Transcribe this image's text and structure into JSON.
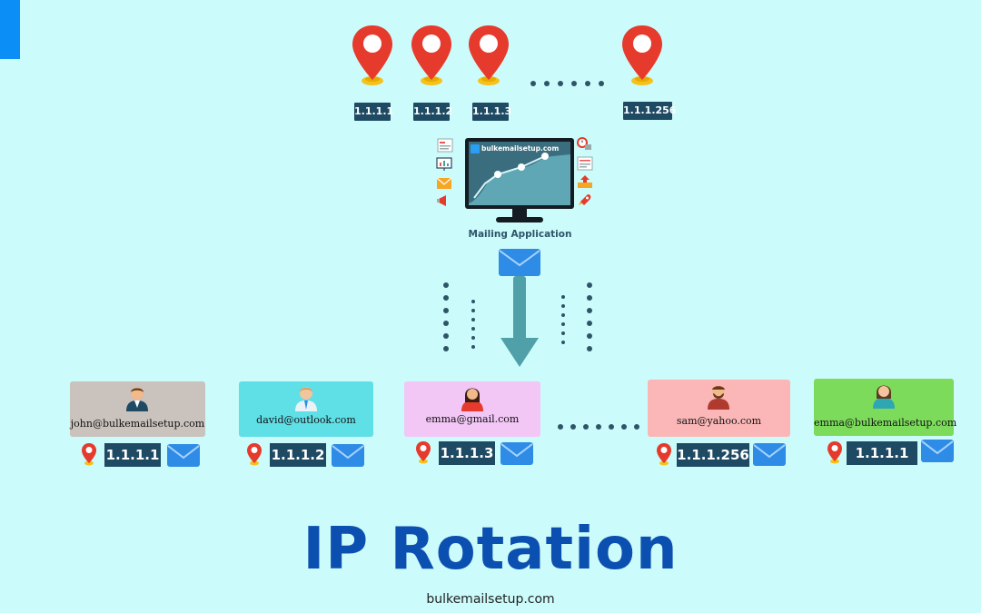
{
  "top_ips": [
    "1.1.1.1",
    "1.1.1.2",
    "1.1.1.3",
    "1.1.1.256"
  ],
  "app": {
    "brand": "bulkemailsetup.com",
    "label": "Mailing Application"
  },
  "recipients": [
    {
      "email": "john@bulkemailsetup.com",
      "ip": "1.1.1.1",
      "color": "#c9c2bd"
    },
    {
      "email": "david@outlook.com",
      "ip": "1.1.1.2",
      "color": "#5fdfe6"
    },
    {
      "email": "emma@gmail.com",
      "ip": "1.1.1.3",
      "color": "#f2c6f5"
    },
    {
      "email": "sam@yahoo.com",
      "ip": "1.1.1.256",
      "color": "#fbb7b7"
    },
    {
      "email": "emma@bulkemailsetup.com",
      "ip": "1.1.1.1",
      "color": "#7ddb5c"
    }
  ],
  "title": "IP Rotation",
  "footer": "bulkemailsetup.com",
  "colors": {
    "background": "#ccfbfb",
    "pin_red": "#e53a2c",
    "tag_navy": "#1f4a63",
    "title_blue": "#0b4fb0",
    "envelope_blue": "#2f8ce6",
    "arrow_teal": "#4fa0a8"
  },
  "icons": [
    "location-pin-icon",
    "envelope-icon",
    "monitor-icon",
    "down-arrow-icon",
    "avatar-icon"
  ]
}
